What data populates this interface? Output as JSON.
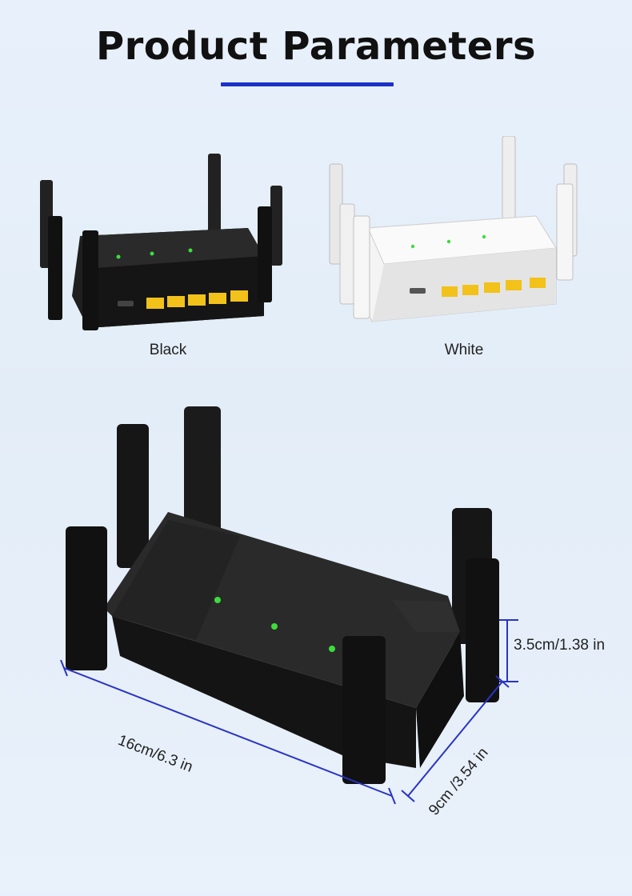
{
  "page": {
    "title": "Product Parameters",
    "accent_color": "#1c31c6"
  },
  "variants": [
    {
      "label": "Black",
      "color": "#1a1a1a"
    },
    {
      "label": "White",
      "color": "#f4f4f4"
    }
  ],
  "dimensions": {
    "length": "16cm/6.3 in",
    "width": "9cm /3.54 in",
    "height": "3.5cm/1.38 in"
  },
  "port_color": "#f2c21a",
  "led_color": "#3ddc3d"
}
